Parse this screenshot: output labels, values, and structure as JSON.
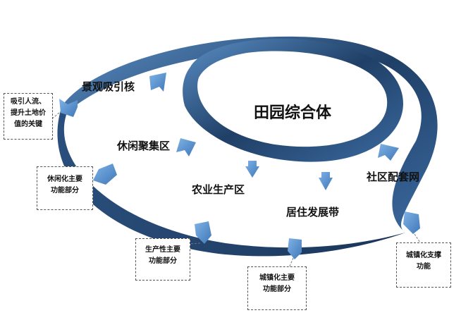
{
  "diagram": {
    "center_title": "田园综合体",
    "inner_labels": {
      "landscape": "景观吸引核",
      "leisure": "休闲聚集区",
      "agri": "农业生产区",
      "residence": "居住发展带",
      "community": "社区配套网"
    },
    "boxes": {
      "attract": [
        "吸引人流、",
        "提升土地价",
        "值的关键"
      ],
      "leisure_func": [
        "休闲化主要",
        "功能部分"
      ],
      "production_func": [
        "生产性主要",
        "功能部分"
      ],
      "urban_main": [
        "城镇化主要",
        "功能部分"
      ],
      "urban_support": [
        "城镇化支撑",
        "功能"
      ]
    },
    "colors": {
      "ribbon_dark": "#1f3f66",
      "ribbon_light": "#4a7fb8",
      "arrow": "#4f8fd0"
    }
  }
}
